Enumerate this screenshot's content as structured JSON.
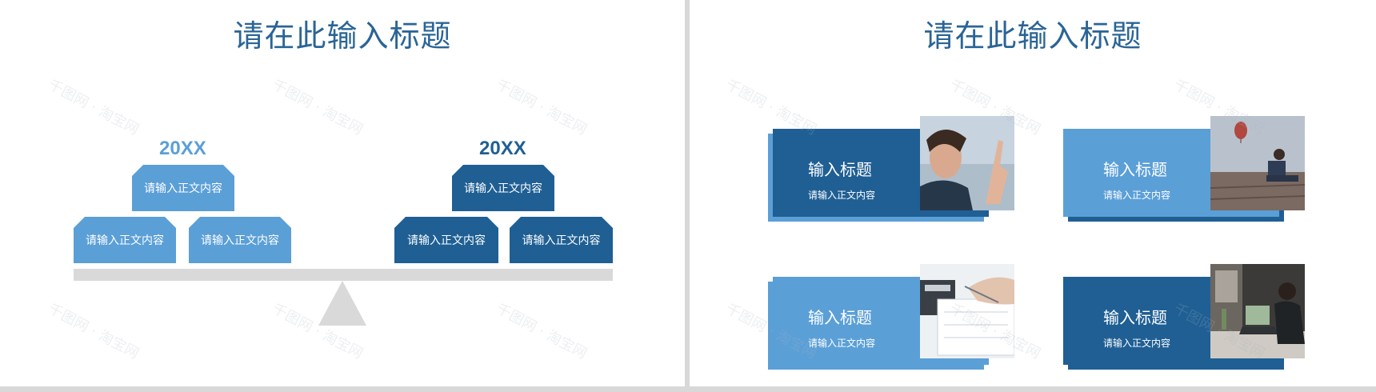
{
  "left_slide": {
    "title": "请在此输入标题",
    "left_group": {
      "year": "20XX",
      "top_box": "请输入正文内容",
      "bottom_left_box": "请输入正文内容",
      "bottom_right_box": "请输入正文内容"
    },
    "right_group": {
      "year": "20XX",
      "top_box": "请输入正文内容",
      "bottom_left_box": "请输入正文内容",
      "bottom_right_box": "请输入正文内容"
    }
  },
  "right_slide": {
    "title": "请在此输入标题",
    "cards": [
      {
        "title": "输入标题",
        "body": "请输入正文内容",
        "photo_icon": "business-woman-touchscreen-photo"
      },
      {
        "title": "输入标题",
        "body": "请输入正文内容",
        "photo_icon": "balloon-laptop-photo"
      },
      {
        "title": "输入标题",
        "body": "请输入正文内容",
        "photo_icon": "calculator-documents-photo"
      },
      {
        "title": "输入标题",
        "body": "请输入正文内容",
        "photo_icon": "laptop-desk-photo"
      }
    ]
  },
  "colors": {
    "title": "#2a6496",
    "light_blue": "#5b9fd7",
    "dark_blue": "#1f5f94",
    "light_year": "#5b9fd7",
    "dark_year": "#1f5f94",
    "beam": "#d9d9d9"
  }
}
